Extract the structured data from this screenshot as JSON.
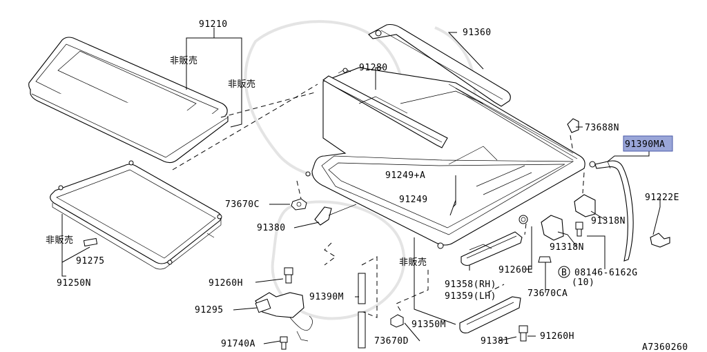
{
  "diagram_id": "A7360260",
  "callouts": {
    "p91210": "91210",
    "not_sold": "非販売",
    "p91360": "91360",
    "p91280": "91280",
    "p73688n": "73688N",
    "p91390ma": "91390MA",
    "p91249a": "91249+A",
    "p91222e": "91222E",
    "p73670c": "73670C",
    "p91249": "91249",
    "p91318n_1": "91318N",
    "p91380": "91380",
    "p91318n_2": "91318N",
    "p91275": "91275",
    "p91260e": "91260E",
    "bolt_symbol": "B",
    "p08146": "08146-6162G",
    "p08146_qty": "(10)",
    "p91250n": "91250N",
    "p91358": "91358(RH)",
    "p91359": "91359(LH)",
    "p91260h_1": "91260H",
    "p73670ca": "73670CA",
    "p91390m": "91390M",
    "p91295": "91295",
    "p91350m": "91350M",
    "p91740a": "91740A",
    "p73670d": "73670D",
    "p91381": "91381",
    "p91260h_2": "91260H"
  },
  "highlight_color": "#9aa6d8"
}
